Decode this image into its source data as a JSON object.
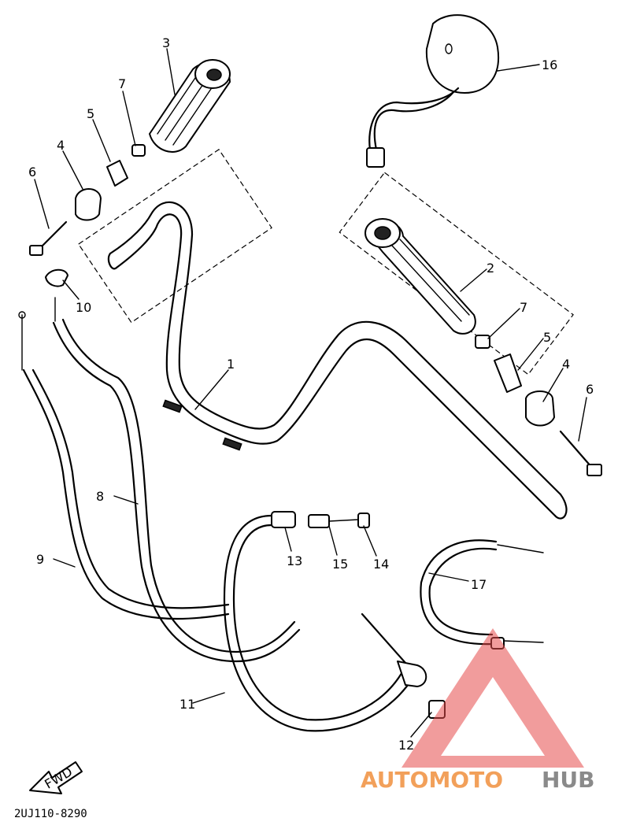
{
  "diagram_code": "2UJ110-8290",
  "fwd_label": "FWD",
  "watermark": {
    "part1": "AUTOMOTO",
    "part2": "HUB",
    "color1": "#f2a05a",
    "color2": "#8a8a8a",
    "triangle_color": "#e64a4a"
  },
  "callouts": {
    "p1": "1",
    "p2": "2",
    "p3": "3",
    "p4a": "4",
    "p4b": "4",
    "p5a": "5",
    "p5b": "5",
    "p6a": "6",
    "p6b": "6",
    "p7a": "7",
    "p7b": "7",
    "p8": "8",
    "p9": "9",
    "p10": "10",
    "p11": "11",
    "p12": "12",
    "p13": "13",
    "p14": "14",
    "p15": "15",
    "p16": "16",
    "p17": "17"
  }
}
